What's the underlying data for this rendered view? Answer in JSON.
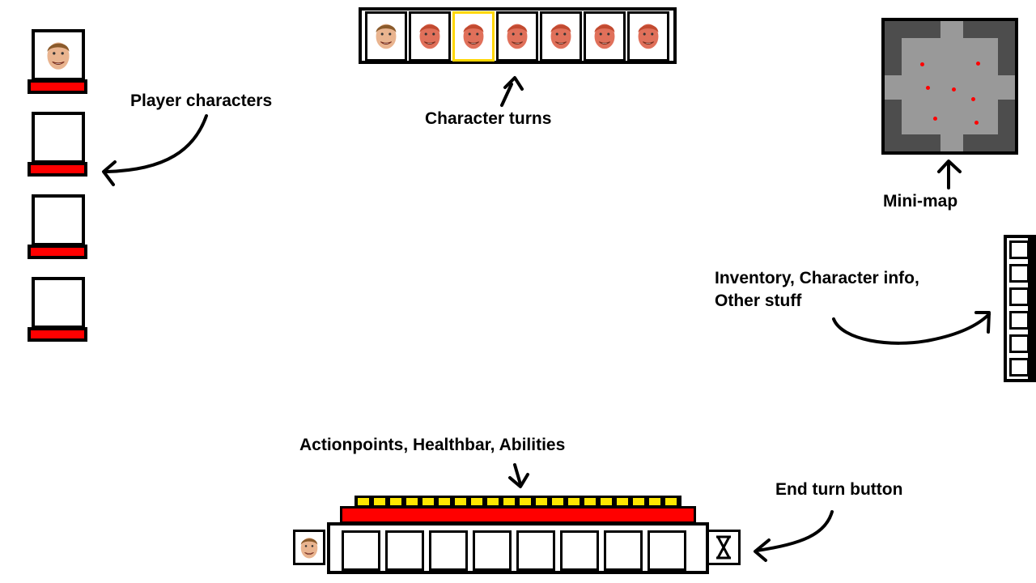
{
  "annotations": {
    "player_characters": "Player characters",
    "character_turns": "Character turns",
    "mini_map": "Mini-map",
    "menu_line1": "Inventory, Character info,",
    "menu_line2": "Other stuff",
    "action_hud": "Actionpoints, Healthbar, Abilities",
    "end_turn": "End turn button"
  },
  "party": {
    "slots": [
      {
        "has_portrait": true,
        "health": 1.0
      },
      {
        "has_portrait": false,
        "health": 1.0
      },
      {
        "has_portrait": false,
        "health": 1.0
      },
      {
        "has_portrait": false,
        "health": 1.0
      }
    ]
  },
  "turn_order": {
    "count": 7,
    "active_index": 2,
    "types": [
      "ally",
      "enemy",
      "enemy",
      "enemy",
      "enemy",
      "enemy",
      "enemy"
    ]
  },
  "minimap": {
    "enemy_count": 7
  },
  "side_menu": {
    "button_count": 6
  },
  "hud": {
    "action_points": 20,
    "health": 1.0,
    "ability_slots": 8
  },
  "colors": {
    "health": "#ff0000",
    "action_points": "#ffe600",
    "active_turn": "#ffd700",
    "minimap_dark": "#4d4d4d",
    "minimap_light": "#999999",
    "enemy_marker": "#ff0000"
  },
  "icons": {
    "ally_portrait": "ally-face-icon",
    "enemy_portrait": "enemy-face-icon",
    "end_turn": "hourglass-icon"
  }
}
